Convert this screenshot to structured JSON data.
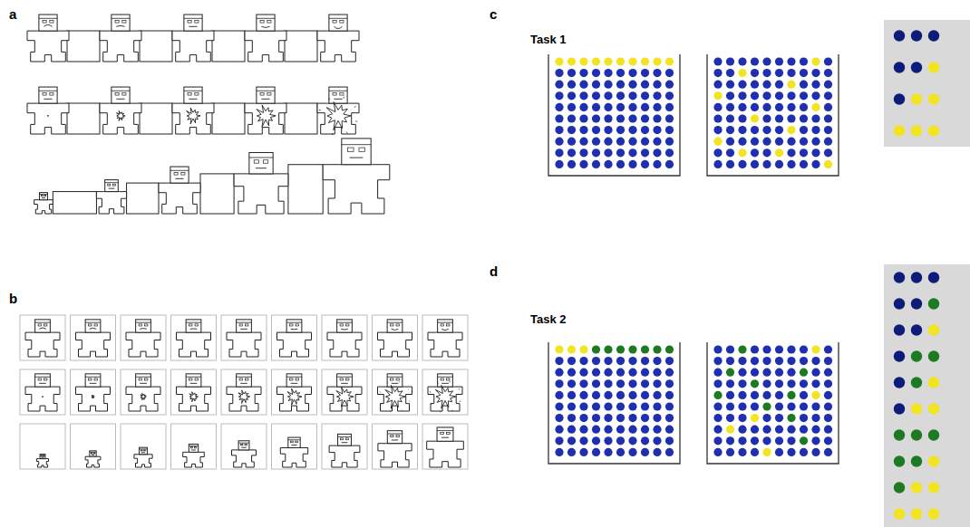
{
  "diagram": {
    "labels": [
      "a",
      "b",
      "c",
      "Task 1",
      "d",
      "Task 2"
    ]
  }
}
